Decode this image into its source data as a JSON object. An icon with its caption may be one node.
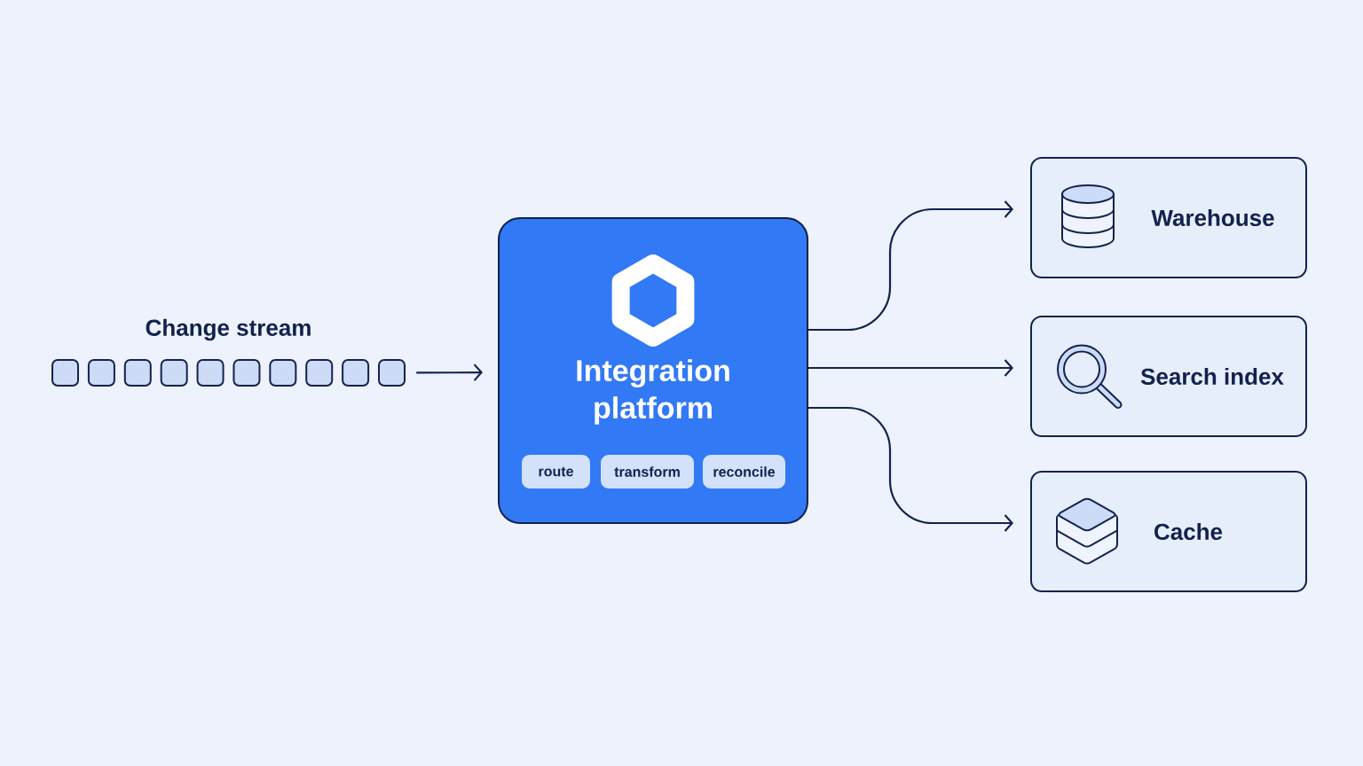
{
  "diagram": {
    "nodes": [
      {
        "text": [
          "Change stream"
        ]
      },
      {
        "text": [
          "Integration platform"
        ]
      },
      {
        "text": [
          "route"
        ],
        "in": 1
      },
      {
        "text": [
          "transform"
        ],
        "in": 1
      },
      {
        "text": [
          "reconcile"
        ],
        "in": 1
      },
      {
        "text": [
          "Warehouse"
        ]
      },
      {
        "text": [
          "Search index"
        ]
      },
      {
        "text": [
          "Cache"
        ]
      }
    ],
    "edges": [
      {
        "from": 0,
        "to": 1,
        "arrow": "to"
      },
      {
        "from": 1,
        "to": 5,
        "arrow": "to"
      },
      {
        "from": 1,
        "to": 6,
        "arrow": "to"
      },
      {
        "from": 1,
        "to": 7,
        "arrow": "to"
      }
    ]
  }
}
